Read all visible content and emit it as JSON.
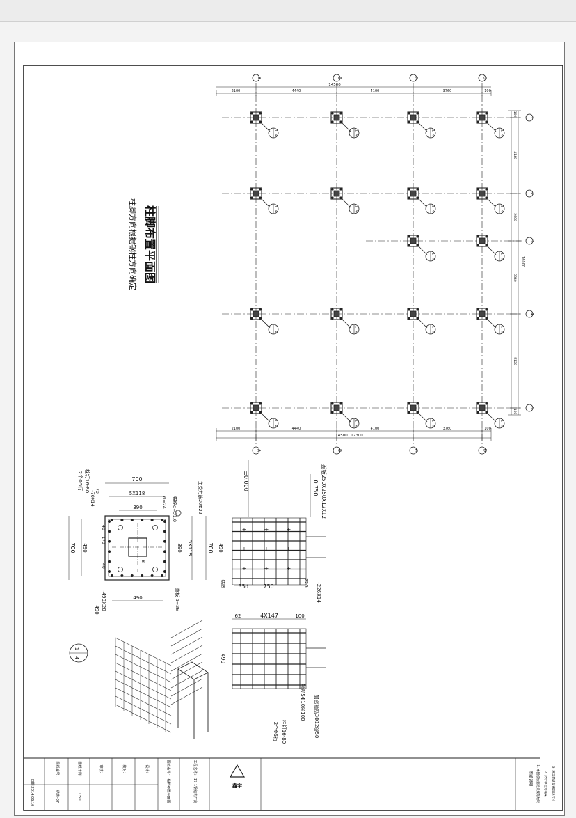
{
  "drawing": {
    "title": "柱脚布置平面图",
    "subtitle": "柱脚方向根据钢柱方向确定",
    "axes": {
      "columns": [
        "A",
        "B",
        "C",
        "D"
      ],
      "rows": [
        "1",
        "2",
        "3",
        "4",
        "5"
      ]
    },
    "dims_top": [
      "2100",
      "4440",
      "4100",
      "3760",
      "100"
    ],
    "dims_top_total": "14500",
    "dims_bottom": [
      "2100",
      "4440",
      "4100",
      "3760",
      "100"
    ],
    "dims_bottom_total": "14500",
    "dims_bottom_extra": "12300",
    "dims_right": [
      "100",
      "4140",
      "2600",
      "3840",
      "5120",
      "100"
    ],
    "dims_right_total": "16000",
    "base_marker": {
      "top": "1",
      "bottom": "4"
    }
  },
  "detail_plan": {
    "dim_700_top": "700",
    "dim_5x118": "5X118",
    "dim_390": "390",
    "dim_700_left": "700",
    "dim_490_left": "490",
    "dim_490_bottom": "490",
    "dim_5x118_right": "5X118",
    "dim_390_right": "390",
    "label_plate_bot": "-490X20",
    "label_main_rebar": "主受力筋20Φ22",
    "label_anchor": "锚栓d=31.0",
    "label_stirrup_d24": "d=24",
    "label_70x14": "-70X14",
    "label_70": "70",
    "label_40a": "40",
    "label_170": "170",
    "label_40b": "40",
    "label_490_side": "490",
    "label_pad": "垫板 d=26",
    "label_bolt": "栓钉16-80",
    "label_bolt_spec": "2个Φ5行",
    "label_8": "8"
  },
  "detail_section": {
    "label_top_elev": "±0.000",
    "label_second_elev": "0.750",
    "label_cap_plate": "盖板250X250X12X12",
    "dim_750": "750",
    "dim_35d": "35d",
    "dim_226": "226",
    "label_226x14": "-226X14",
    "dim_700_vert": "700",
    "dim_490_vert": "490",
    "label_anchor_side": "锚固",
    "dim_4x147": "4X147",
    "dim_62": "62",
    "dim_100": "100",
    "dim_490_lower": "490",
    "label_tie": "箍筋5Φ10@100",
    "label_add_stirrup": "加密箍筋3Φ12@50",
    "label_bolt2": "栓钉16-80",
    "label_bolt2_spec": "2个Φ5行"
  },
  "title_block": {
    "notes_heading": "图纸说明：",
    "notes": [
      "1. 本图纸依据相关规范绘制",
      "2. 尺寸单位为毫米",
      "3. 施工前请复核现场尺寸"
    ],
    "company": "鑫宇",
    "project_label": "工程名称：",
    "project_value": "17-1钢结构厂房",
    "drawing_label": "图纸名称：",
    "drawing_value": "柱脚布置平面图",
    "design": "设计：",
    "check": "校对：",
    "approve": "审核：",
    "scale_label": "图纸比例：",
    "scale_value": "1:50",
    "number_label": "图纸编号：",
    "number_value": "结施-07",
    "date_label": "日期：",
    "date_value": "2014.06.10"
  }
}
